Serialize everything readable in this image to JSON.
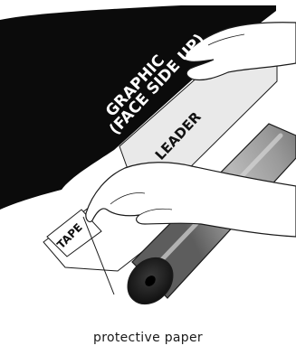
{
  "labels": {
    "graphic_line1": "GRAPHIC",
    "graphic_line2": "(FACE SIDE UP)",
    "leader": "LEADER",
    "tape": "TAPE"
  },
  "caption": "protective paper",
  "colors": {
    "graphic": "#0b0b0b",
    "leader": "#e9e9e9",
    "roller": "#8a8a8a",
    "outline": "#1a1a1a"
  }
}
